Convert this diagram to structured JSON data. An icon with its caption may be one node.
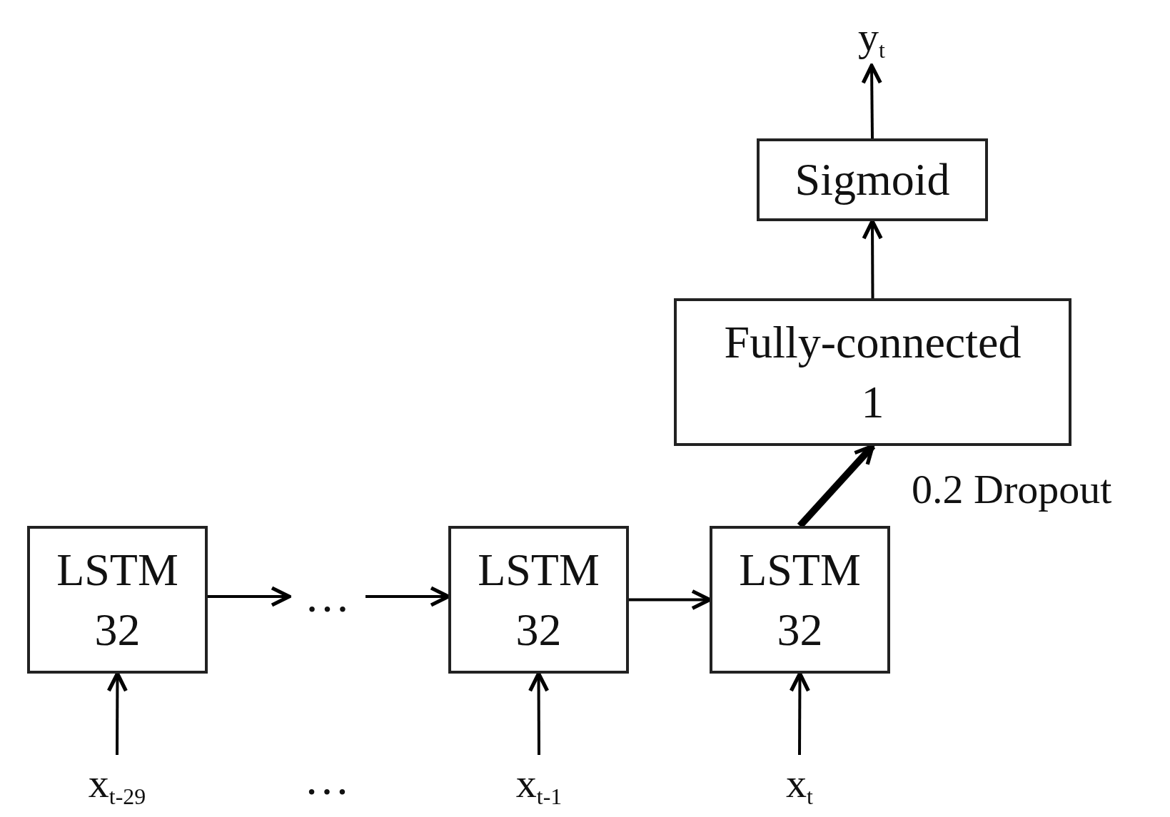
{
  "diagram": {
    "nodes": [
      {
        "text": [
          "LSTM",
          "32"
        ]
      },
      {
        "text": [
          "…"
        ]
      },
      {
        "text": [
          "LSTM",
          "32"
        ]
      },
      {
        "text": [
          "LSTM",
          "32"
        ]
      },
      {
        "text": [
          "Fully-connected",
          "1"
        ]
      },
      {
        "text": [
          "Sigmoid"
        ]
      },
      {
        "text": [
          "y$_{t}$"
        ]
      },
      {
        "text": [
          "x$_{t-29}$"
        ]
      },
      {
        "text": [
          "x$_{t-1}$"
        ]
      },
      {
        "text": [
          "x$_{t}$"
        ]
      }
    ],
    "edges": [
      {
        "from": 0,
        "to": 1,
        "arrow": "to"
      },
      {
        "from": 1,
        "to": 2,
        "arrow": "to"
      },
      {
        "from": 2,
        "to": 3,
        "arrow": "to"
      },
      {
        "from": 3,
        "to": 4,
        "arrow": "to",
        "style": "thick",
        "label": "0.2 Dropout"
      },
      {
        "from": 4,
        "to": 5,
        "arrow": "to"
      },
      {
        "from": 5,
        "to": 6,
        "arrow": "to"
      },
      {
        "from": 7,
        "to": 0,
        "arrow": "to"
      },
      {
        "from": 8,
        "to": 2,
        "arrow": "to"
      },
      {
        "from": 9,
        "to": 3,
        "arrow": "to"
      }
    ],
    "labels": [
      "…"
    ]
  }
}
